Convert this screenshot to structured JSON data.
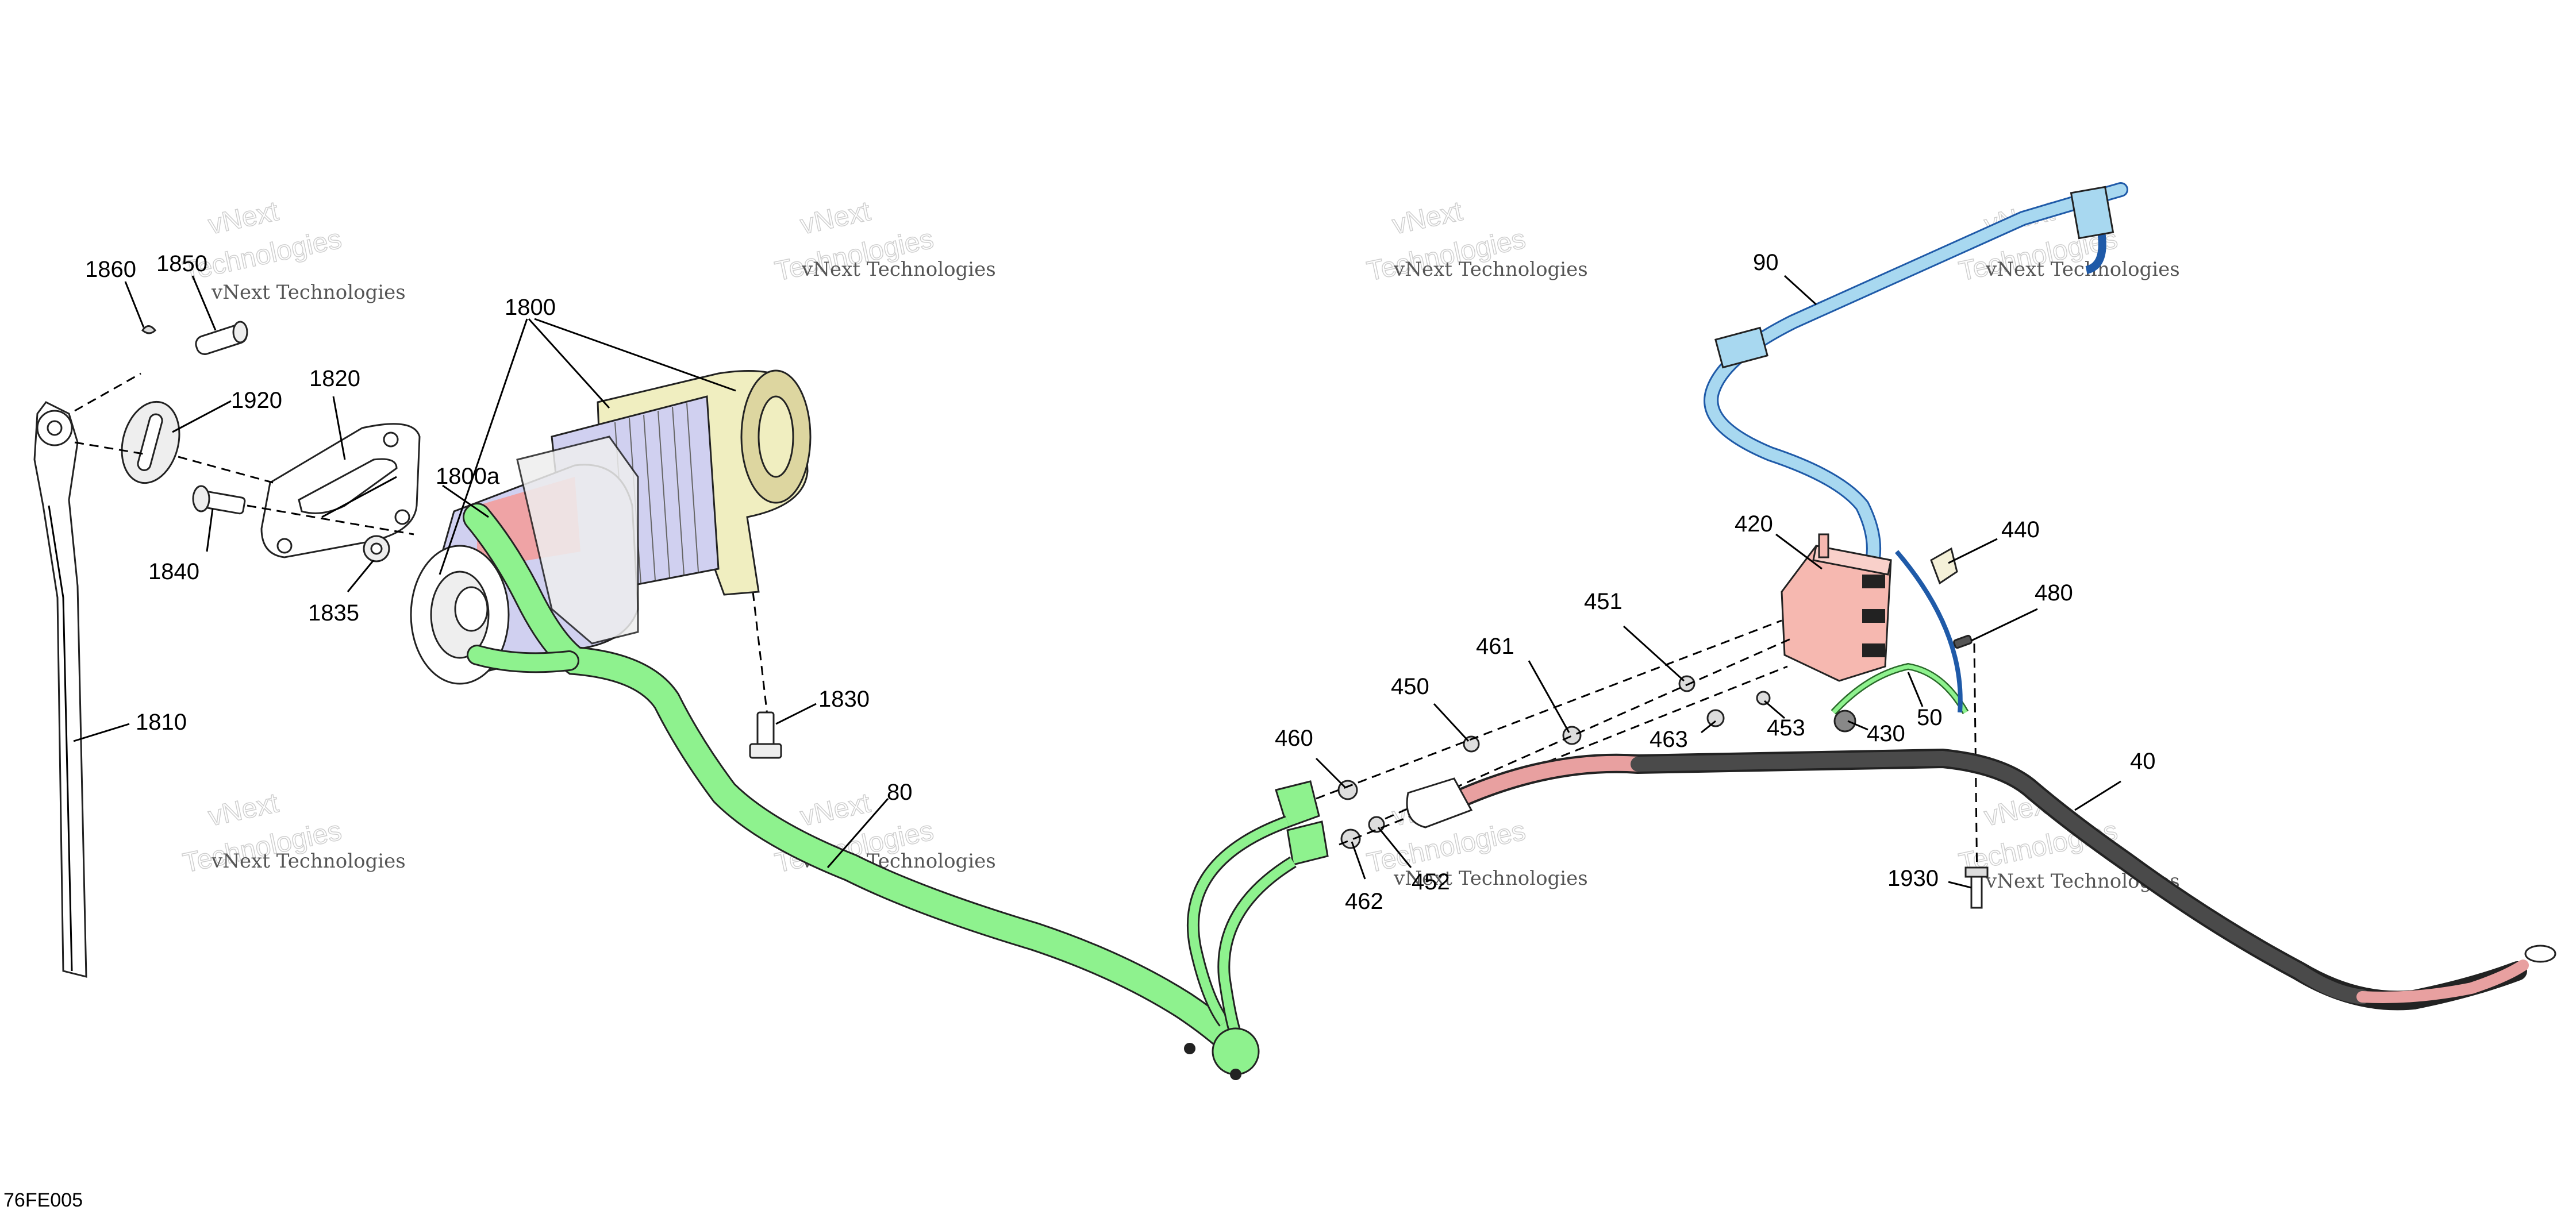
{
  "diagram_code": "76FE005",
  "watermark": {
    "line1": "vNext",
    "line2": "Technologies",
    "line3": "vNext Technologies"
  },
  "callouts": {
    "c1860": "1860",
    "c1850": "1850",
    "c1920": "1920",
    "c1820": "1820",
    "c1800": "1800",
    "c1800a": "1800a",
    "c1840": "1840",
    "c1835": "1835",
    "c1810": "1810",
    "c1830": "1830",
    "c80": "80",
    "c90": "90",
    "c420": "420",
    "c440": "440",
    "c480": "480",
    "c451": "451",
    "c461": "461",
    "c450": "450",
    "c460": "460",
    "c463": "463",
    "c453": "453",
    "c430": "430",
    "c50": "50",
    "c40": "40",
    "c1930": "1930",
    "c462": "462",
    "c452": "452"
  },
  "colors": {
    "green_harness": "#8ef28e",
    "blue_harness": "#a8d8f0",
    "dark_cable": "#4a4a4a",
    "red_cable": "#e8a0a0",
    "solenoid": "#f6b8b0",
    "winch_housing": "#f0eec0",
    "winch_drum": "#d0d0f0",
    "winch_label": "#f0a0a0"
  }
}
